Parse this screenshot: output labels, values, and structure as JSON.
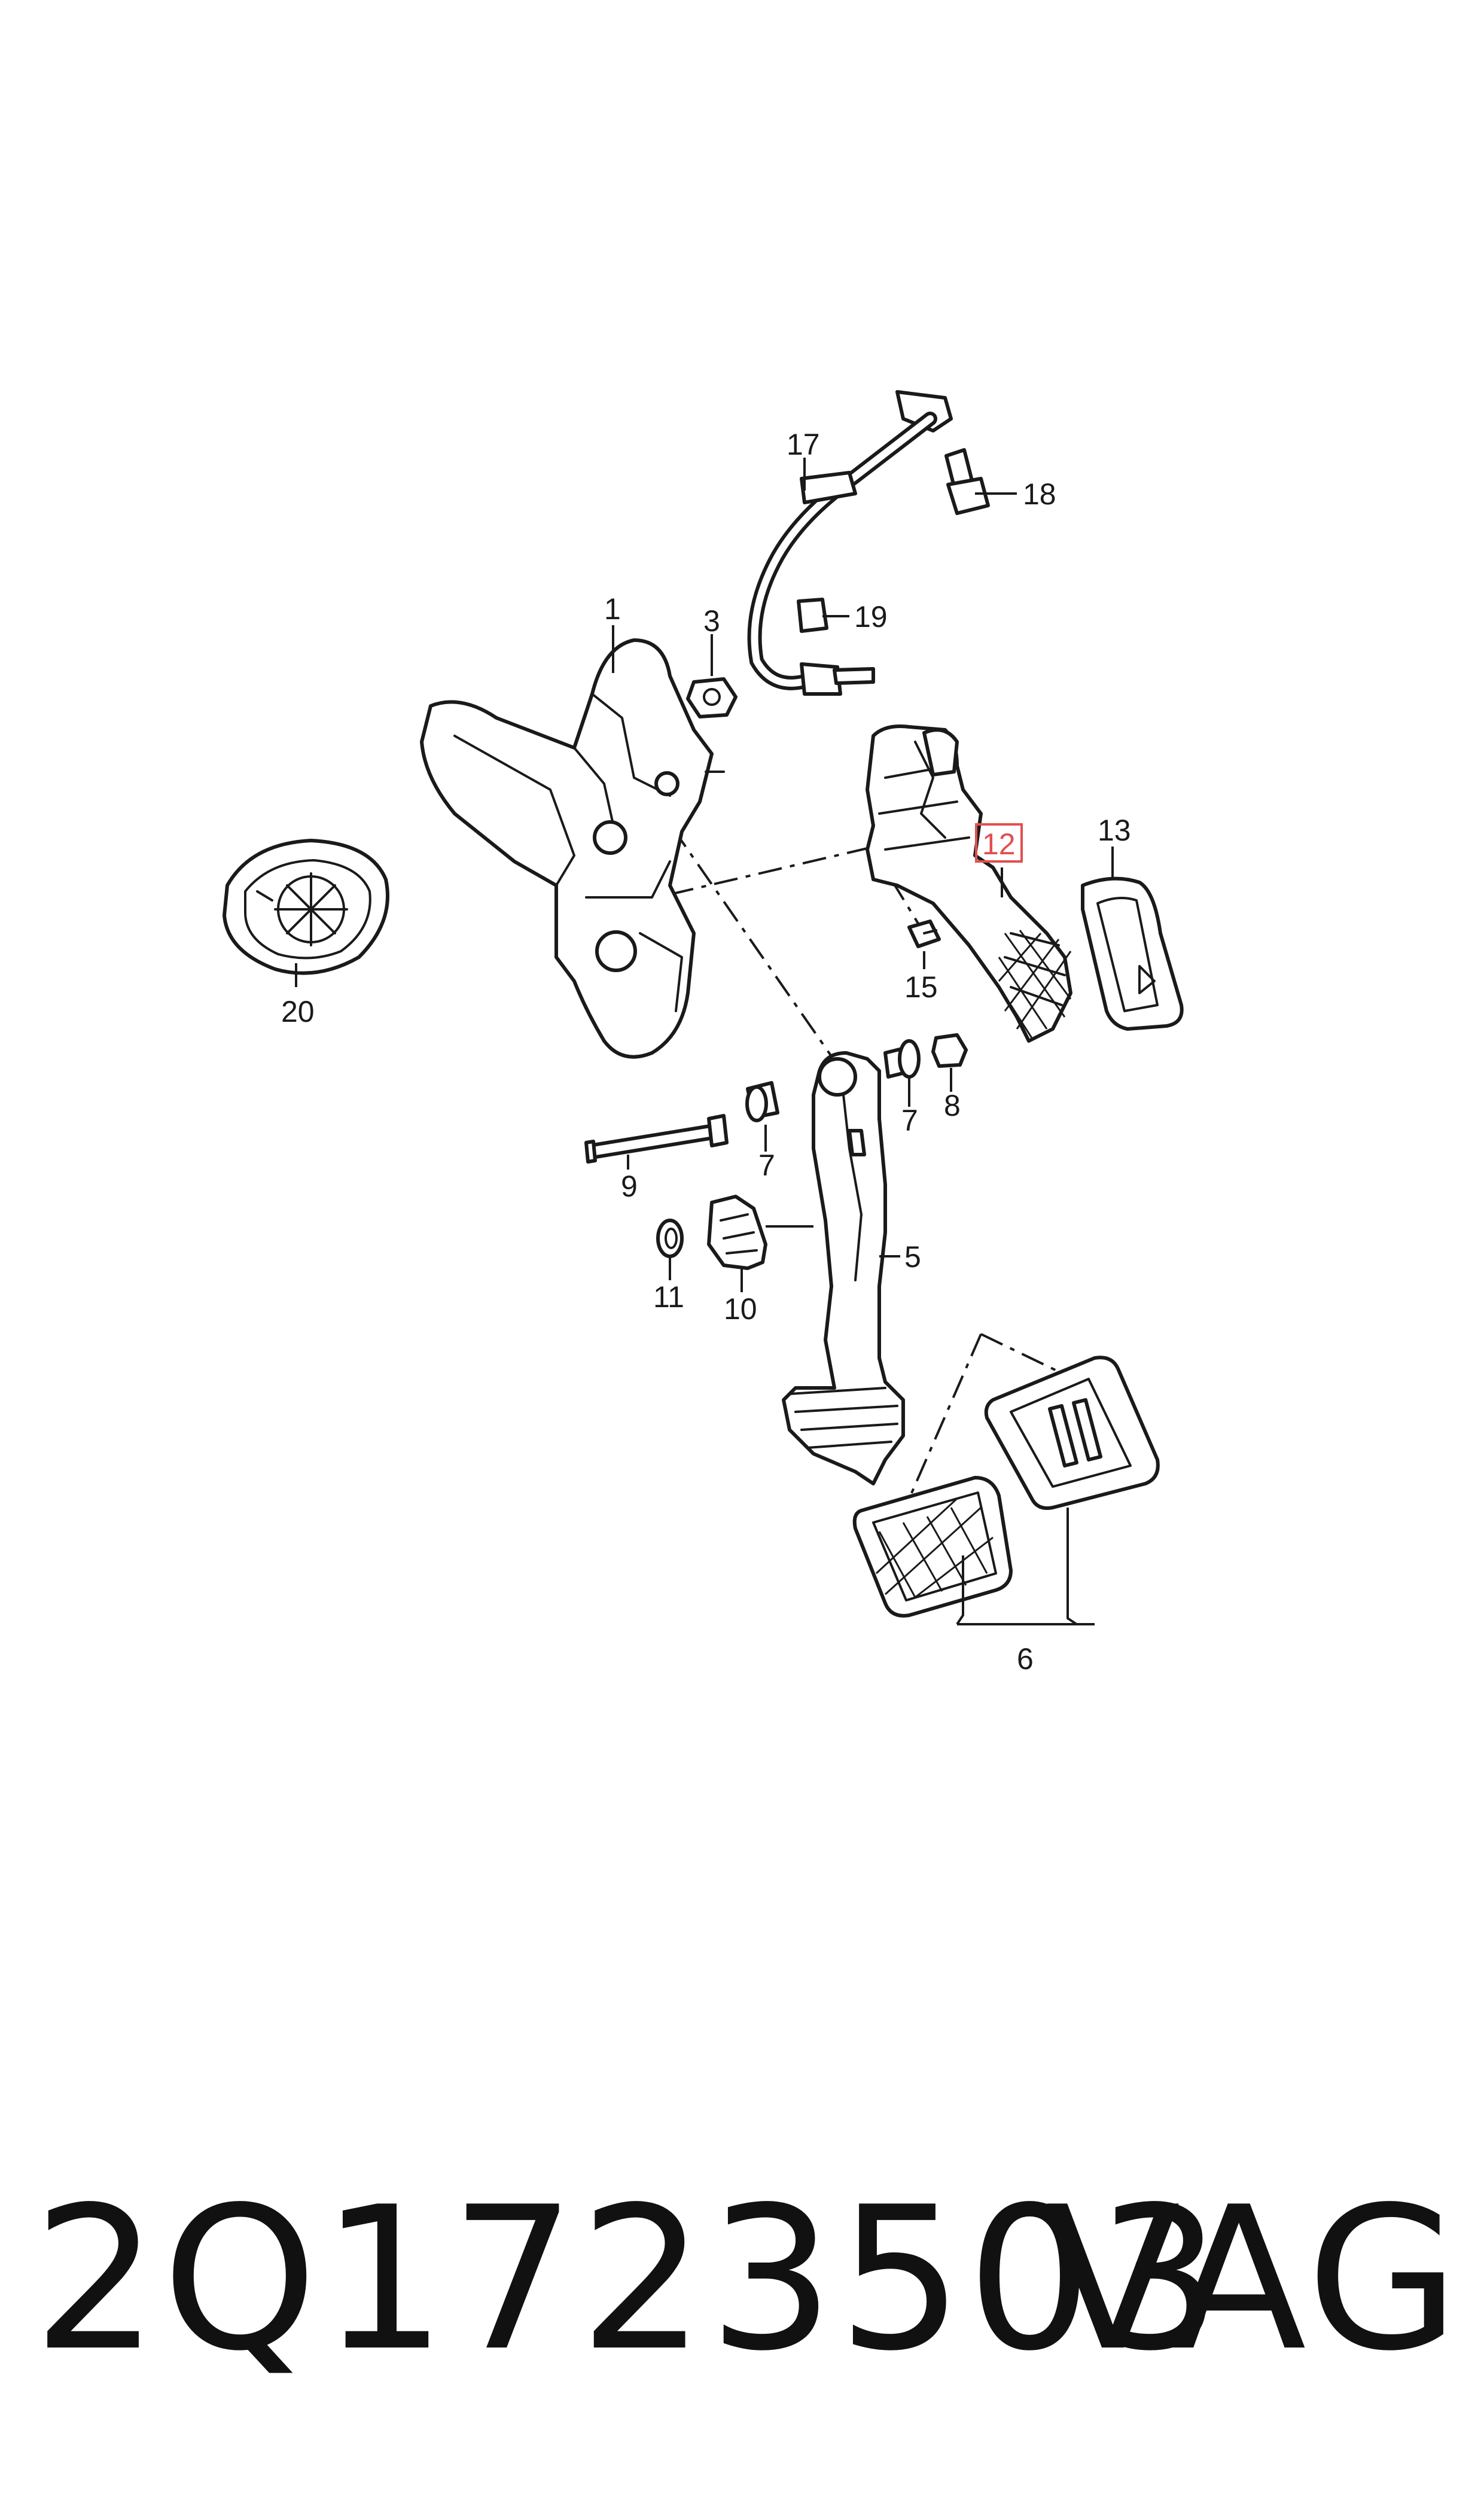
{
  "diagram": {
    "callouts": {
      "c1": "1",
      "c3": "3",
      "c5": "5",
      "c6": "6",
      "c7a": "7",
      "c7b": "7",
      "c8": "8",
      "c9": "9",
      "c10": "10",
      "c11": "11",
      "c12": "12",
      "c13": "13",
      "c15": "15",
      "c17": "17",
      "c18": "18",
      "c19": "19",
      "c20": "20"
    },
    "highlighted_callout": "12",
    "highlight_color": "#e05050"
  },
  "footer": {
    "part_number": "2Q1723503",
    "brand": "VAG"
  }
}
